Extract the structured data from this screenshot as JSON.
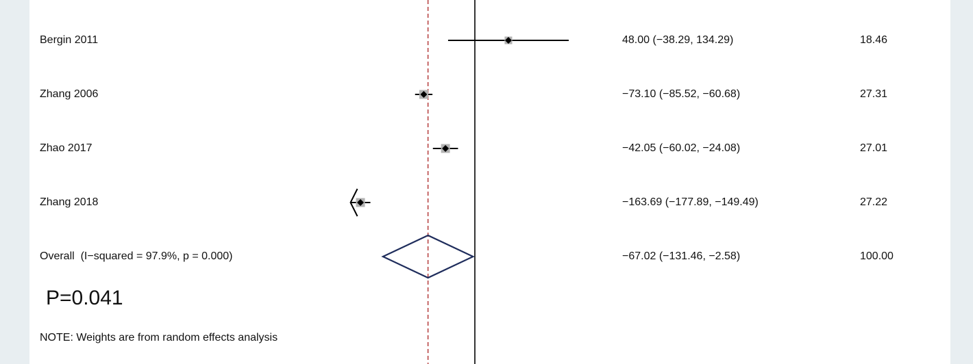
{
  "colors": {
    "background": "#e8eef1",
    "panel": "#ffffff",
    "ci_line": "#000000",
    "weight_box": "#b3b3b3",
    "point": "#000000",
    "null_line": "#000000",
    "overall_line": "#b03030",
    "diamond": "#1f2d5c"
  },
  "chart_data": {
    "type": "forest",
    "effect_measure": "weighted mean difference",
    "null_value": 0,
    "overall_effect": -67.02,
    "axis_shown": false,
    "studies": [
      {
        "name": "Bergin 2011",
        "estimate": 48.0,
        "lower": -38.29,
        "upper": 134.29,
        "weight": 18.46,
        "ci_text": "48.00 (−38.29, 134.29)",
        "weight_text": "18.46"
      },
      {
        "name": "Zhang 2006",
        "estimate": -73.1,
        "lower": -85.52,
        "upper": -60.68,
        "weight": 27.31,
        "ci_text": "−73.10 (−85.52, −60.68)",
        "weight_text": "27.31"
      },
      {
        "name": "Zhao 2017",
        "estimate": -42.05,
        "lower": -60.02,
        "upper": -24.08,
        "weight": 27.01,
        "ci_text": "−42.05 (−60.02, −24.08)",
        "weight_text": "27.01"
      },
      {
        "name": "Zhang 2018",
        "estimate": -163.69,
        "lower": -177.89,
        "upper": -149.49,
        "weight": 27.22,
        "ci_text": "−163.69 (−177.89, −149.49)",
        "weight_text": "27.22",
        "lower_truncated": true
      }
    ],
    "overall": {
      "name": "Overall  (I−squared = 97.9%, p = 0.000)",
      "estimate": -67.02,
      "lower": -131.46,
      "upper": -2.58,
      "weight": 100.0,
      "ci_text": "−67.02 (−131.46, −2.58)",
      "weight_text": "100.00"
    },
    "p_value_label": "P=0.041",
    "note": "NOTE: Weights are from random effects analysis"
  }
}
